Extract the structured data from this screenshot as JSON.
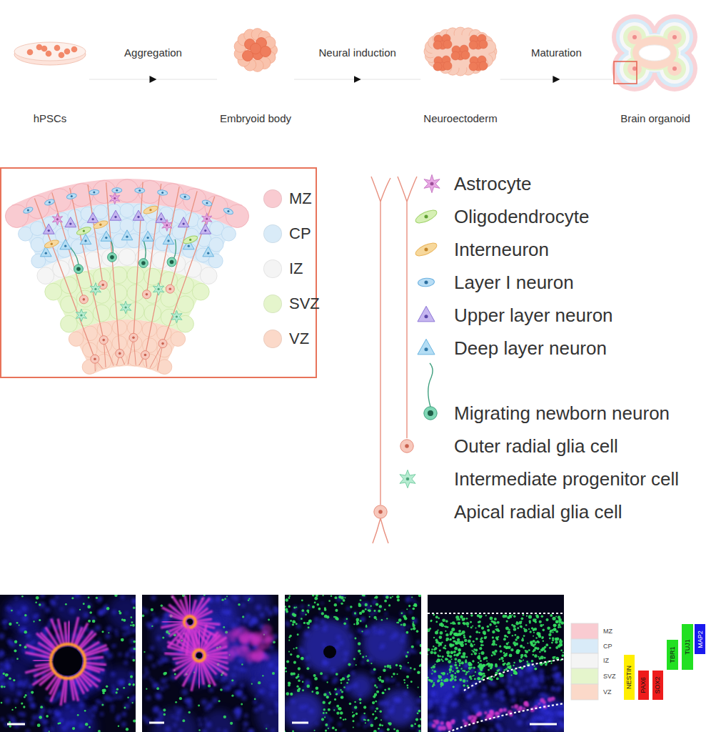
{
  "diagram": {
    "nodes": [
      {
        "text": [
          "hPSCs"
        ]
      },
      {
        "text": [
          "Embryoid body"
        ]
      },
      {
        "text": [
          "Neuroectoderm"
        ]
      },
      {
        "text": [
          "Brain organoid"
        ]
      }
    ],
    "edges": [
      {
        "from": 0,
        "to": 1,
        "label": "Aggregation",
        "arrow": "to"
      },
      {
        "from": 1,
        "to": 2,
        "label": "Neural induction",
        "arrow": "to"
      },
      {
        "from": 2,
        "to": 3,
        "label": "Maturation",
        "arrow": "to"
      }
    ],
    "labels": [
      "MZ",
      "CP",
      "IZ",
      "SVZ",
      "VZ",
      "NESTIN",
      "PAX6",
      "SOX2",
      "TBR1",
      "TUJ1",
      "MAP2"
    ],
    "legend": [
      {
        "text": "MZ",
        "color": "#f9cbd1"
      },
      {
        "text": "CP",
        "color": "#d9ebf8"
      },
      {
        "text": "IZ",
        "color": "#f4f4f4"
      },
      {
        "text": "SVZ",
        "color": "#e5f5cc"
      },
      {
        "text": "VZ",
        "color": "#fbd9c9"
      },
      {
        "text": "Astrocyte"
      },
      {
        "text": "Oligodendrocyte"
      },
      {
        "text": "Interneuron"
      },
      {
        "text": "Layer I neuron"
      },
      {
        "text": "Upper layer neuron"
      },
      {
        "text": "Deep layer neuron"
      },
      {
        "text": "Migrating newborn neuron"
      },
      {
        "text": "Outer radial glia cell"
      },
      {
        "text": "Intermediate progenitor cell"
      },
      {
        "text": "Apical radial glia cell"
      }
    ]
  }
}
